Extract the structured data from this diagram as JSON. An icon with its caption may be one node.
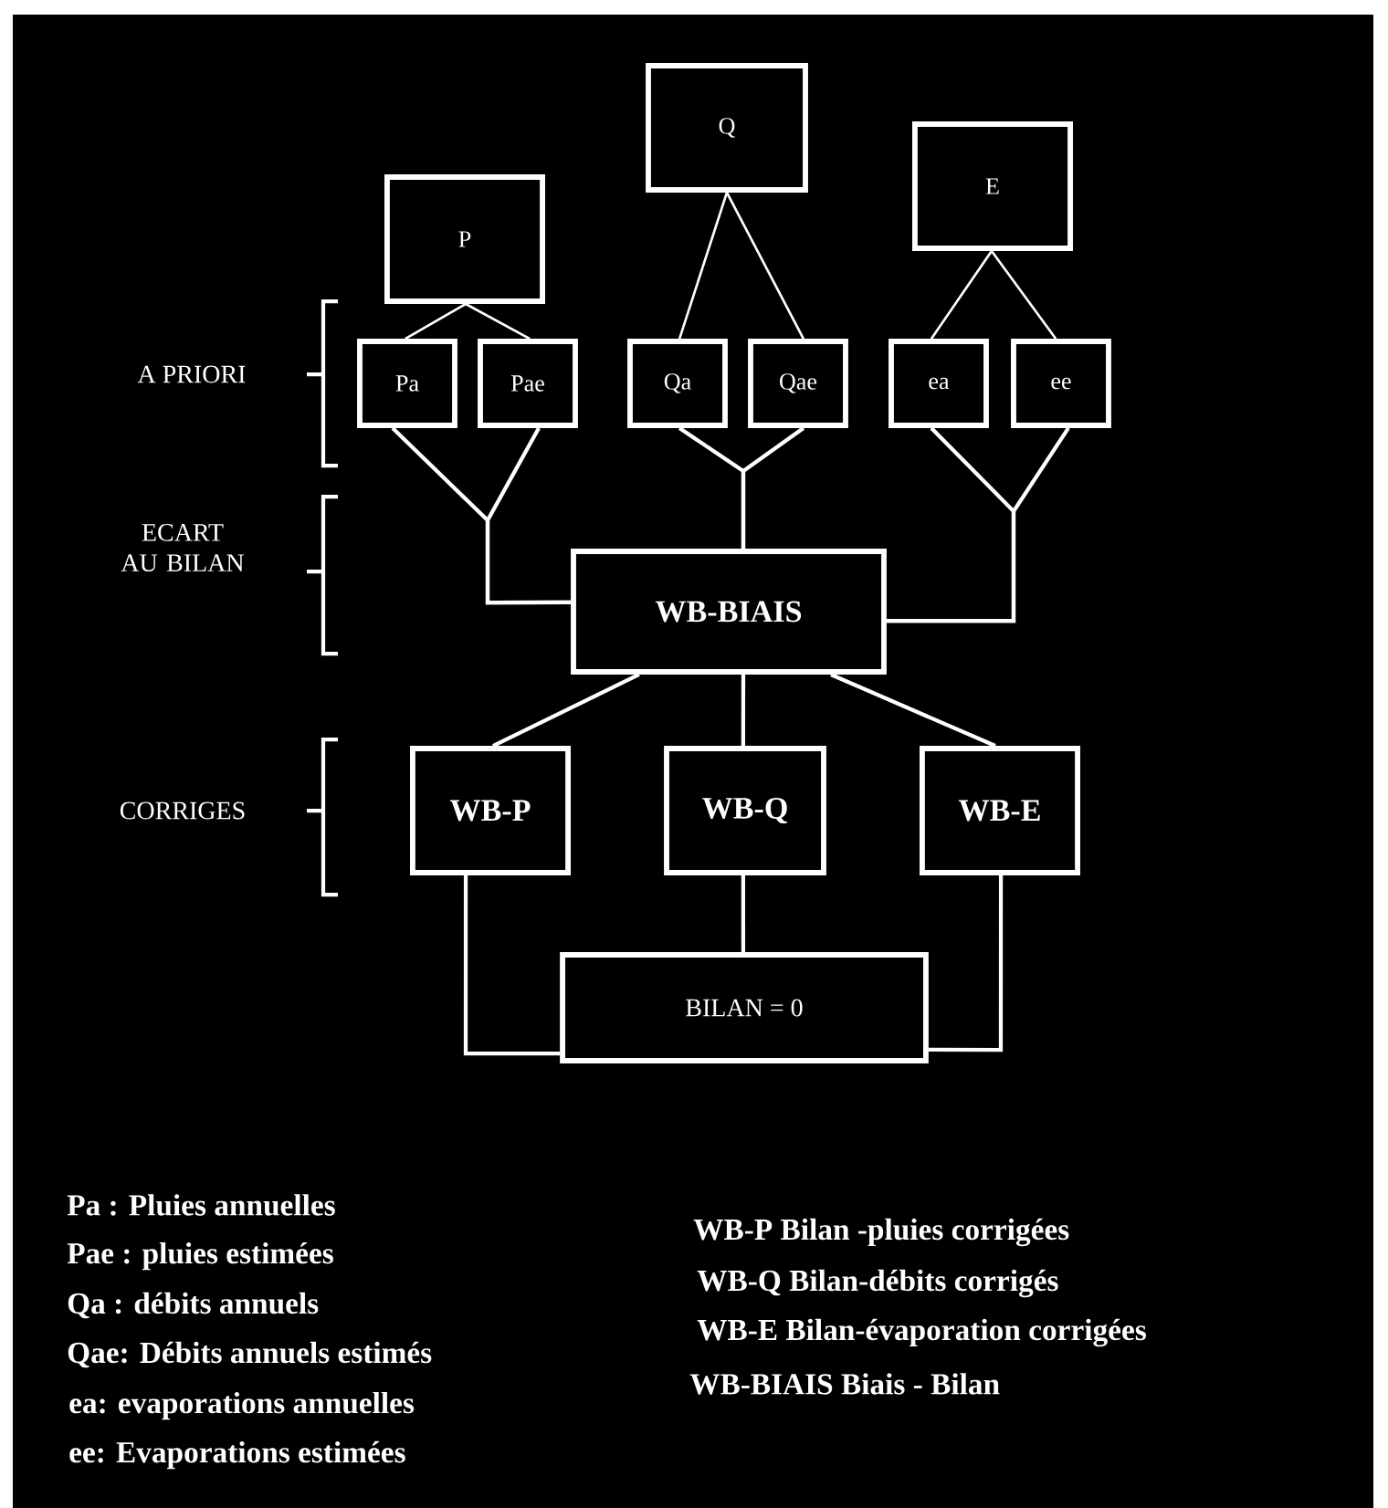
{
  "diagram": {
    "nodes": [
      {
        "text": [
          "P"
        ]
      },
      {
        "text": [
          "Q"
        ]
      },
      {
        "text": [
          "E"
        ]
      },
      {
        "text": [
          "Pa"
        ]
      },
      {
        "text": [
          "Pae"
        ]
      },
      {
        "text": [
          "Qa"
        ]
      },
      {
        "text": [
          "Qae"
        ]
      },
      {
        "text": [
          "ea"
        ]
      },
      {
        "text": [
          "ee"
        ]
      },
      {
        "text": [
          "WB-BIAIS"
        ]
      },
      {
        "text": [
          "WB-P"
        ]
      },
      {
        "text": [
          "WB-Q"
        ]
      },
      {
        "text": [
          "WB-E"
        ]
      },
      {
        "text": [
          "BILAN = 0"
        ]
      }
    ],
    "edges": [
      {
        "from": 0,
        "to": 3,
        "arrow": "none"
      },
      {
        "from": 0,
        "to": 4,
        "arrow": "none"
      },
      {
        "from": 1,
        "to": 5,
        "arrow": "none"
      },
      {
        "from": 1,
        "to": 6,
        "arrow": "none"
      },
      {
        "from": 2,
        "to": 7,
        "arrow": "none"
      },
      {
        "from": 2,
        "to": 8,
        "arrow": "none"
      },
      {
        "from": 3,
        "to": 9,
        "arrow": "none"
      },
      {
        "from": 4,
        "to": 9,
        "arrow": "none"
      },
      {
        "from": 5,
        "to": 9,
        "arrow": "none"
      },
      {
        "from": 6,
        "to": 9,
        "arrow": "none"
      },
      {
        "from": 7,
        "to": 9,
        "arrow": "none"
      },
      {
        "from": 8,
        "to": 9,
        "arrow": "none"
      },
      {
        "from": 9,
        "to": 10,
        "arrow": "none"
      },
      {
        "from": 9,
        "to": 11,
        "arrow": "none"
      },
      {
        "from": 9,
        "to": 12,
        "arrow": "none"
      },
      {
        "from": 10,
        "to": 13,
        "arrow": "none"
      },
      {
        "from": 11,
        "to": 13,
        "arrow": "none"
      },
      {
        "from": 12,
        "to": 13,
        "arrow": "none"
      }
    ],
    "labels": [
      "A PRIORI",
      "ECART AU BILAN",
      "CORRIGES",
      "Pa : Pluies annuelles",
      "Pae : pluies estimées",
      "Qa : débits annuels",
      "Qae: Débits annuels estimés",
      "ea: evaporations annuelles",
      "ee: Evaporations estimées",
      "WB-P   Bilan -pluies corrigées",
      "WB-Q  Bilan-débits corrigés",
      "WB-E  Bilan-évaporation corrigées",
      "WB-BIAIS  Biais - Bilan"
    ]
  }
}
